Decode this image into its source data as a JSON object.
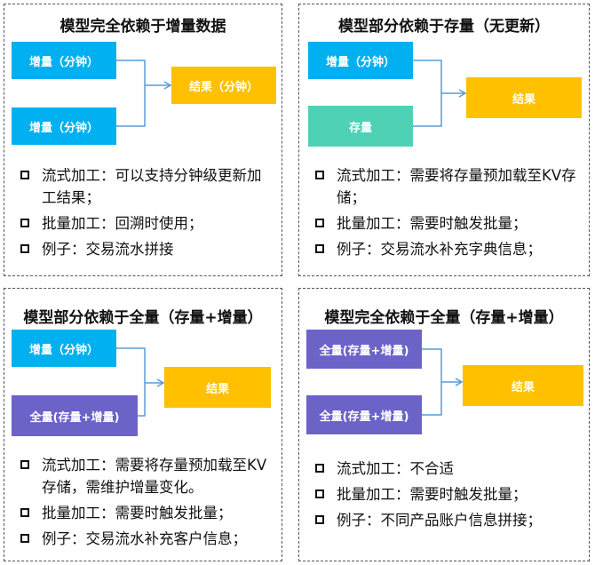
{
  "panels": [
    {
      "title": "模型完全依赖于增量数据",
      "input1": "增量（分钟）",
      "input2": "增量（分钟）",
      "result": "结果（分钟）",
      "bullets": [
        "流式加工：可以支持分钟级更新加工结果；",
        "批量加工：回溯时使用；",
        "例子：交易流水拼接"
      ]
    },
    {
      "title": "模型部分依赖于存量（无更新）",
      "input1": "增量（分钟）",
      "input2": "存量",
      "result": "结果",
      "bullets": [
        "流式加工：需要将存量预加载至KV存储；",
        "批量加工：需要时触发批量；",
        "例子：交易流水补充字典信息；"
      ]
    },
    {
      "title": "模型部分依赖于全量（存量+增量）",
      "input1": "增量（分钟）",
      "input2": "全量(存量+增量)",
      "result": "结果",
      "bullets": [
        "流式加工：需要将存量预加载至KV存储，需维护增量变化。",
        "批量加工：需要时触发批量；",
        "例子：交易流水补充客户信息；"
      ]
    },
    {
      "title": "模型完全依赖于全量（存量+增量）",
      "input1": "全量(存量+增量)",
      "input2": "全量(存量+增量)",
      "result": "结果",
      "bullets": [
        "流式加工：不合适",
        "批量加工：需要时触发批量；",
        "例子：不同产品账户信息拼接；"
      ]
    }
  ],
  "colors": {
    "increment": "#00B0F0",
    "result": "#FFC000",
    "stock": "#4FD1B5",
    "full": "#6C63C9"
  }
}
